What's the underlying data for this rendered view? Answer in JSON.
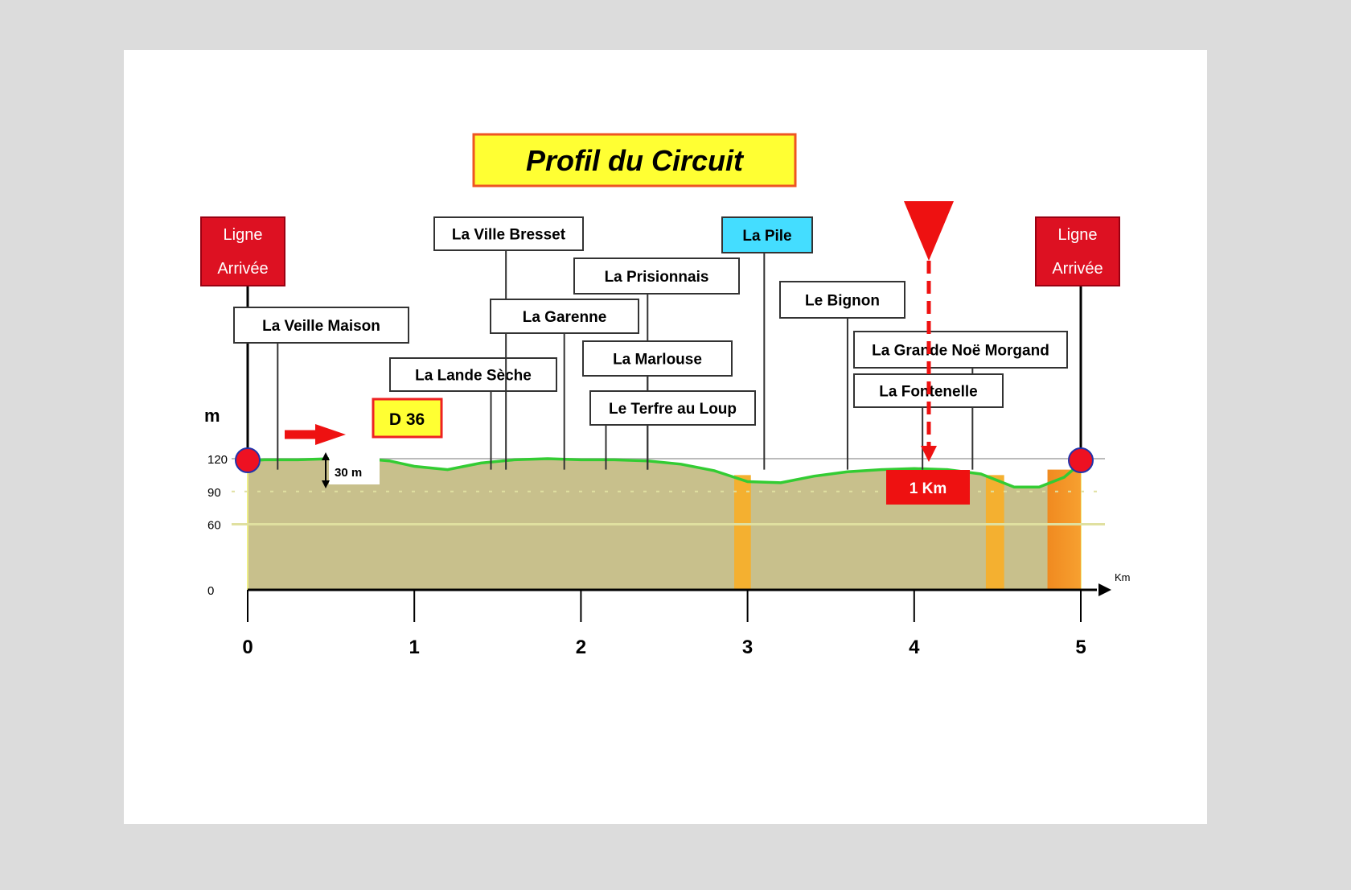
{
  "chart_data": {
    "type": "area",
    "title": "Profil du Circuit",
    "xlabel": "Km",
    "ylabel": "m",
    "xlim": [
      0,
      5
    ],
    "ylim": [
      0,
      120
    ],
    "x_ticks": [
      "0",
      "1",
      "2",
      "3",
      "4",
      "5"
    ],
    "y_ticks": [
      "120",
      "90",
      "60",
      "0"
    ],
    "series": [
      {
        "x": [
          0,
          0.1,
          0.3,
          0.5,
          0.7,
          0.85,
          1.0,
          1.2,
          1.4,
          1.6,
          1.8,
          2.0,
          2.2,
          2.4,
          2.6,
          2.8,
          3.0,
          3.2,
          3.4,
          3.6,
          3.8,
          4.0,
          4.2,
          4.4,
          4.6,
          4.75,
          4.9,
          5.0
        ],
        "values": [
          118,
          119,
          119,
          120,
          120,
          118,
          113,
          110,
          116,
          119,
          120,
          119,
          119,
          118,
          115,
          109,
          99,
          98,
          104,
          108,
          110,
          111,
          110,
          106,
          94,
          94,
          103,
          116
        ]
      }
    ],
    "labels": [
      {
        "text": "La Veille Maison",
        "km": 0.18
      },
      {
        "text": "La Lande Sèche",
        "km": 1.46
      },
      {
        "text": "La Ville Bresset",
        "km": 1.55
      },
      {
        "text": "La Garenne",
        "km": 1.9
      },
      {
        "text": "La Prisionnais",
        "km": 2.4
      },
      {
        "text": "La Marlouse",
        "km": 2.4
      },
      {
        "text": "Le Terfre au Loup",
        "km": 2.15
      },
      {
        "text": "La Pile",
        "km": 3.1
      },
      {
        "text": "Le Bignon",
        "km": 3.6
      },
      {
        "text": "La Grande Noë Morgand",
        "km": 4.35
      },
      {
        "text": "La Fontenelle",
        "km": 4.05
      }
    ],
    "annotations": {
      "finish_start": "Ligne",
      "finish_end": "Arrivée",
      "road": "D 36",
      "height_diff": "30 m",
      "last_km": "1 Km"
    },
    "colors": {
      "fill": "#c8c08c",
      "profile": "#33cc33",
      "finish_box": "#dd1122",
      "title_box": "#ffff33",
      "title_border": "#ee5522",
      "highlight_box": "#44ddff",
      "bands": "#f4b030"
    }
  }
}
